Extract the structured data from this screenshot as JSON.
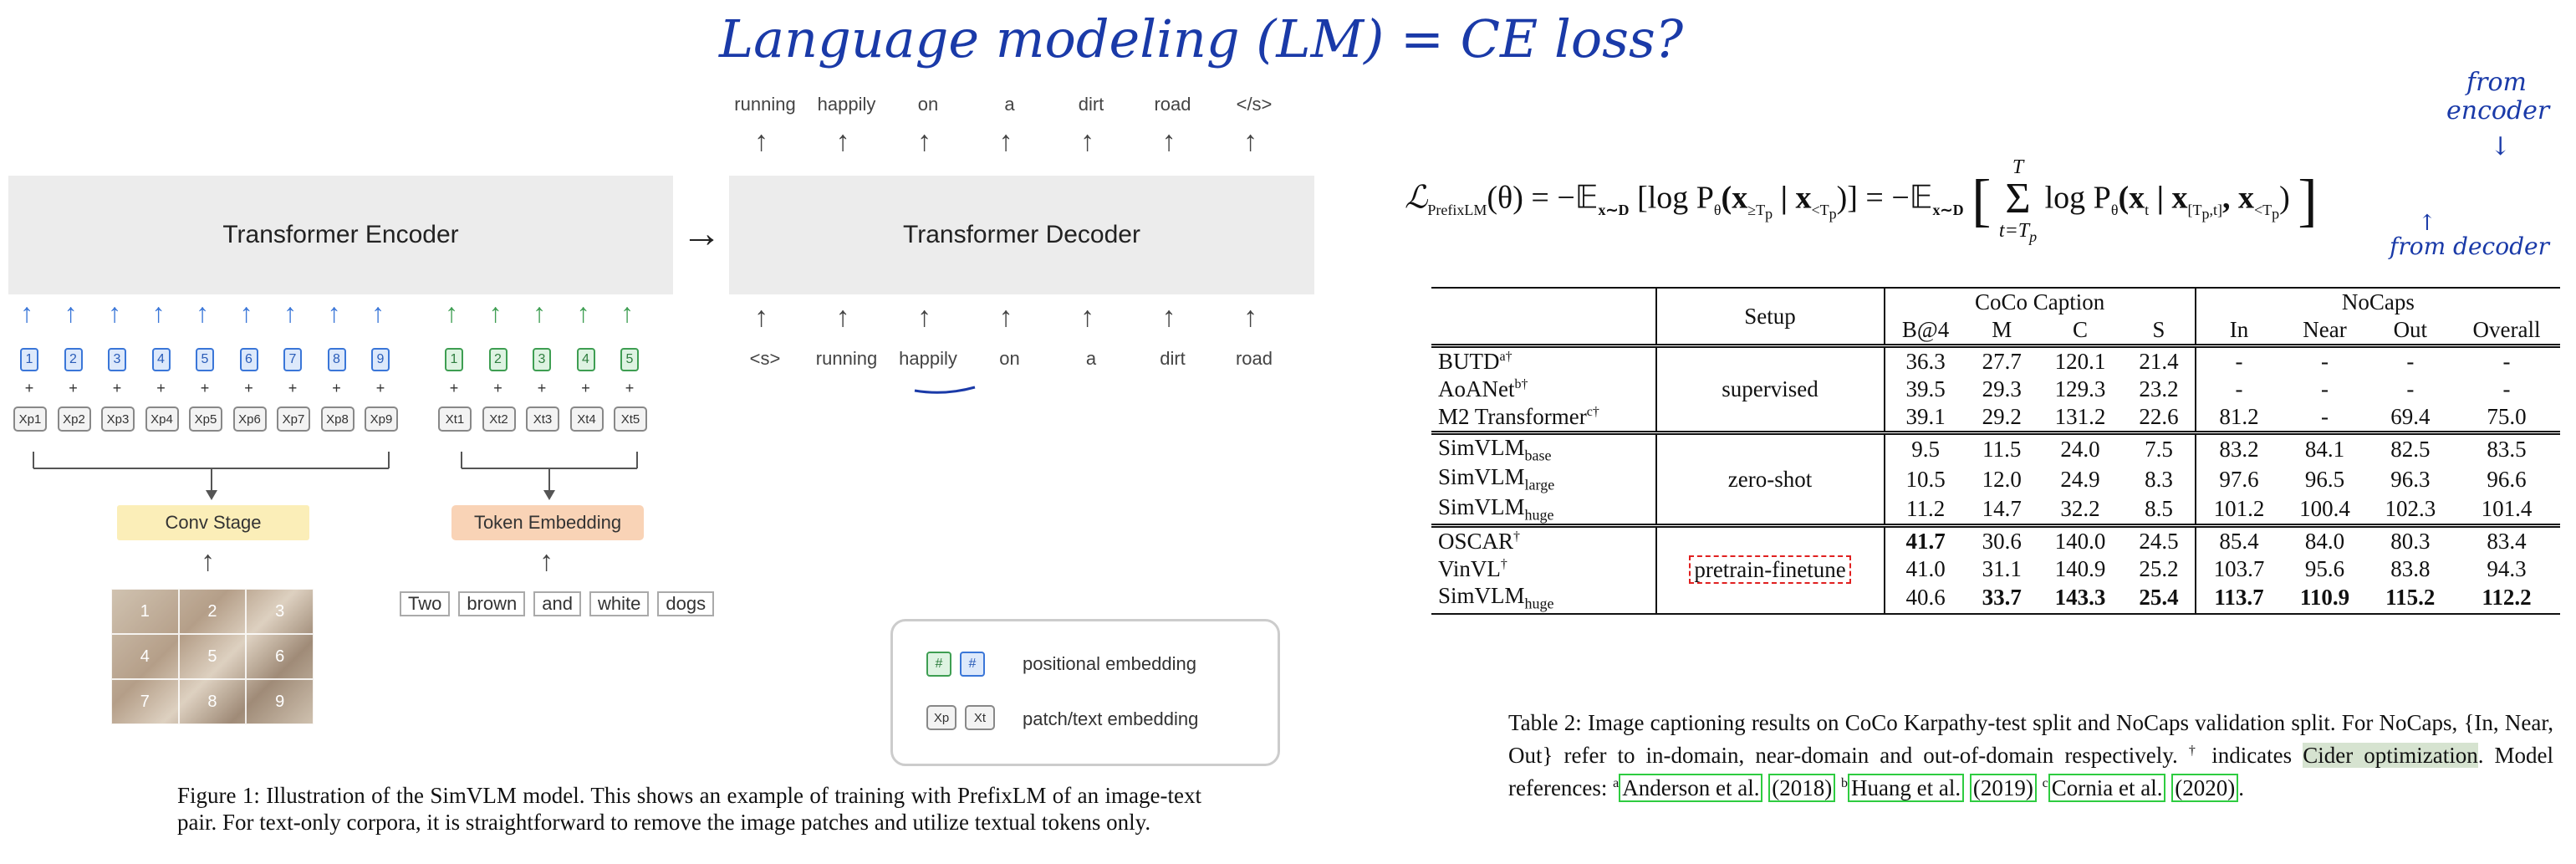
{
  "handwriting": {
    "title": "Language modeling (LM) = CE loss?",
    "from_encoder": "from encoder",
    "from_decoder": "from decoder"
  },
  "diagram": {
    "encoder_label": "Transformer Encoder",
    "decoder_label": "Transformer Decoder",
    "decoder_outputs": [
      "running",
      "happily",
      "on",
      "a",
      "dirt",
      "road",
      "</s>"
    ],
    "decoder_inputs": [
      "<s>",
      "running",
      "happily",
      "on",
      "a",
      "dirt",
      "road"
    ],
    "image_pos": [
      "1",
      "2",
      "3",
      "4",
      "5",
      "6",
      "7",
      "8",
      "9"
    ],
    "text_pos": [
      "1",
      "2",
      "3",
      "4",
      "5"
    ],
    "image_patches": [
      "Xp1",
      "Xp2",
      "Xp3",
      "Xp4",
      "Xp5",
      "Xp6",
      "Xp7",
      "Xp8",
      "Xp9"
    ],
    "text_tokens": [
      "Xt1",
      "Xt2",
      "Xt3",
      "Xt4",
      "Xt5"
    ],
    "conv_stage": "Conv Stage",
    "token_embedding": "Token Embedding",
    "input_words": [
      "Two",
      "brown",
      "and",
      "white",
      "dogs"
    ],
    "image_grid_numbers": [
      "1",
      "2",
      "3",
      "4",
      "5",
      "6",
      "7",
      "8",
      "9"
    ],
    "legend": {
      "pos_symbol": "#",
      "pos_label": "positional embedding",
      "patch_symbols": [
        "Xp",
        "Xt"
      ],
      "patch_label": "patch/text embedding"
    },
    "colors": {
      "blue": "#3a76d8",
      "green": "#3e9e52",
      "conv": "#fbeeb8",
      "token": "#f9d3b6",
      "block": "#ececec"
    }
  },
  "figure_caption": "Figure 1: Illustration of the SimVLM model. This shows an example of training with PrefixLM of an image-text pair. For text-only corpora, it is straightforward to remove the image patches and utilize textual tokens only.",
  "equation": {
    "lhs": "ℒ",
    "lhs_sub": "PrefixLM",
    "middle": "(θ) = −𝔼",
    "sub1": "x∼D",
    "term1": "[log P",
    "theta": "θ",
    "term1b": "(x",
    "geq": "≥T",
    "p1": "p",
    "bar1": " | x",
    "lt": "<T",
    "p2": "p",
    "close1": ")] = −𝔼",
    "sum_top": "T",
    "sum_bot": "t=T",
    "sum_bot_p": "p",
    "term2": "log P",
    "xt": "(x",
    "xt_sub": "t",
    "bar2": " | x",
    "range": "[T",
    "range_p": "p",
    "range_t": ",t]",
    "comma": ", x",
    "lt2": "<T",
    "lt2_p": "p",
    "close2": ")"
  },
  "table": {
    "header_groups": {
      "setup": "Setup",
      "coco": "CoCo Caption",
      "nocaps": "NoCaps"
    },
    "columns": [
      "B@4",
      "M",
      "C",
      "S",
      "In",
      "Near",
      "Out",
      "Overall"
    ],
    "groups": [
      {
        "setup": "supervised",
        "rows": [
          {
            "model": "BUTD",
            "sup": "a†",
            "sub": "",
            "vals": [
              "36.3",
              "27.7",
              "120.1",
              "21.4",
              "-",
              "-",
              "-",
              "-"
            ]
          },
          {
            "model": "AoANet",
            "sup": "b†",
            "sub": "",
            "vals": [
              "39.5",
              "29.3",
              "129.3",
              "23.2",
              "-",
              "-",
              "-",
              "-"
            ]
          },
          {
            "model": "M2 Transformer",
            "sup": "c†",
            "sub": "",
            "vals": [
              "39.1",
              "29.2",
              "131.2",
              "22.6",
              "81.2",
              "-",
              "69.4",
              "75.0"
            ]
          }
        ]
      },
      {
        "setup": "zero-shot",
        "rows": [
          {
            "model": "SimVLM",
            "sup": "",
            "sub": "base",
            "vals": [
              "9.5",
              "11.5",
              "24.0",
              "7.5",
              "83.2",
              "84.1",
              "82.5",
              "83.5"
            ]
          },
          {
            "model": "SimVLM",
            "sup": "",
            "sub": "large",
            "vals": [
              "10.5",
              "12.0",
              "24.9",
              "8.3",
              "97.6",
              "96.5",
              "96.3",
              "96.6"
            ]
          },
          {
            "model": "SimVLM",
            "sup": "",
            "sub": "huge",
            "vals": [
              "11.2",
              "14.7",
              "32.2",
              "8.5",
              "101.2",
              "100.4",
              "102.3",
              "101.4"
            ]
          }
        ]
      },
      {
        "setup": "pretrain-finetune",
        "rows": [
          {
            "model": "OSCAR",
            "sup": "†",
            "sub": "",
            "vals": [
              "41.7",
              "30.6",
              "140.0",
              "24.5",
              "85.4",
              "84.0",
              "80.3",
              "83.4"
            ]
          },
          {
            "model": "VinVL",
            "sup": "†",
            "sub": "",
            "vals": [
              "41.0",
              "31.1",
              "140.9",
              "25.2",
              "103.7",
              "95.6",
              "83.8",
              "94.3"
            ]
          },
          {
            "model": "SimVLM",
            "sup": "",
            "sub": "huge",
            "vals": [
              "40.6",
              "33.7",
              "143.3",
              "25.4",
              "113.7",
              "110.9",
              "115.2",
              "112.2"
            ]
          }
        ]
      }
    ]
  },
  "table_caption": {
    "part1": "Table 2: Image captioning results on CoCo Karpathy-test split and NoCaps validation split. For NoCaps, {In, Near, Out} refer to in-domain, near-domain and out-of-domain respectively.",
    "dagger": "†",
    "part2": " indicates",
    "highlight": "Cider optimization",
    "part3": ". Model references: ",
    "refs": [
      {
        "mark": "a",
        "text": "Anderson et al.",
        "year": "(2018)"
      },
      {
        "mark": "b",
        "text": "Huang et al.",
        "year": "(2019)"
      },
      {
        "mark": "c",
        "text": "Cornia et al.",
        "year": "(2020)"
      }
    ],
    "end": "."
  }
}
